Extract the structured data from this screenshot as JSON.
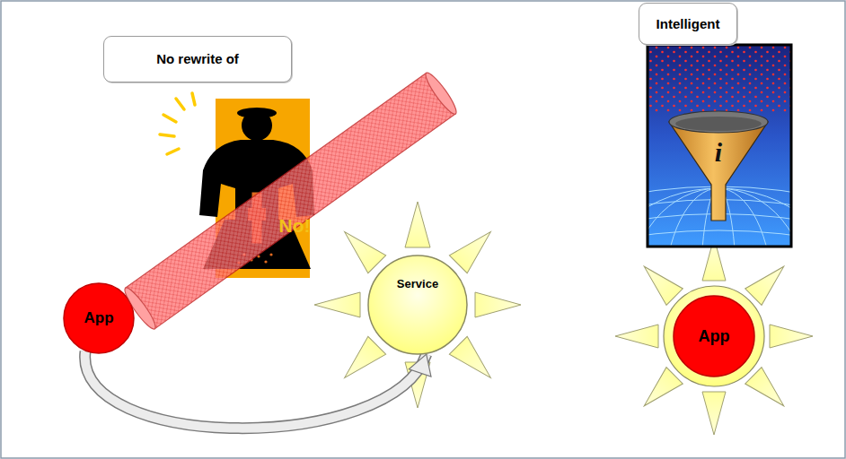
{
  "diagram": {
    "nodes": [
      {
        "text": [
          "No rewrite of"
        ]
      },
      {
        "text": [
          "Intelligent"
        ]
      },
      {
        "text": [
          "App"
        ]
      },
      {
        "text": [
          "Service"
        ]
      },
      {
        "text": [
          "App"
        ]
      }
    ],
    "edges": [
      {
        "from": 2,
        "to": 3,
        "arrow": "to"
      }
    ],
    "labels": [
      "No!",
      "i"
    ]
  }
}
